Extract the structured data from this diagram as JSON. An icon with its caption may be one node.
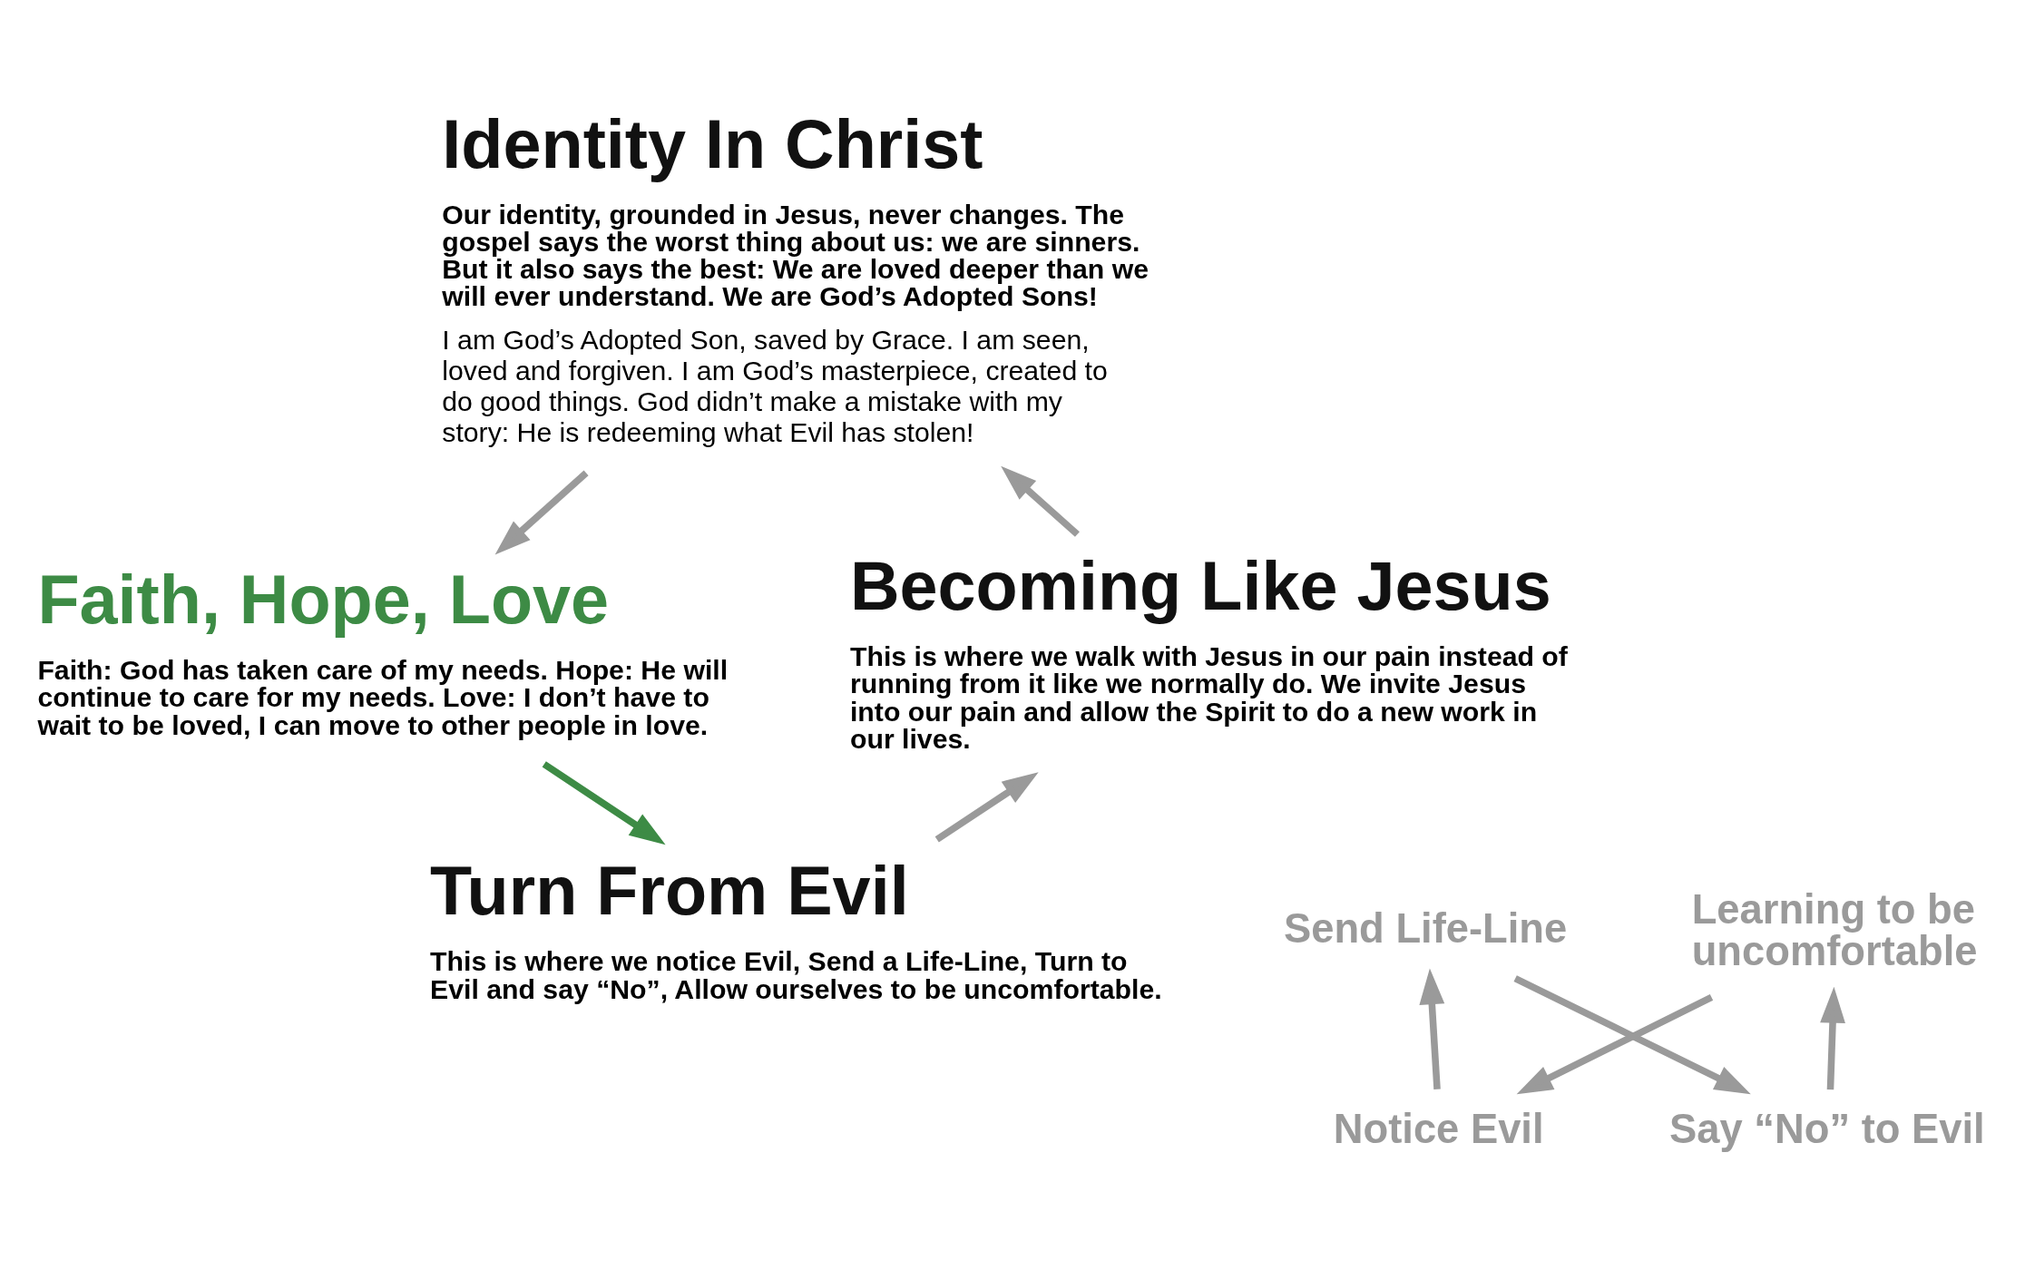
{
  "diagram": {
    "nodes": [
      {
        "text": [
          "Identity In Christ",
          "Our identity, grounded in Jesus, never changes. The gospel says the worst thing about us: we are sinners. But it also says the best: We are loved deeper than we will ever understand. We are God’s Adopted Sons!",
          "I am God’s Adopted Son, saved by Grace. I am seen, loved and forgiven. I am God’s masterpiece, created to do good things. God didn’t make a mistake with my story: He is redeeming what Evil has stolen!"
        ]
      },
      {
        "text": [
          "Faith, Hope, Love",
          "Faith: God has taken care of my needs. Hope: He will continue to care for my needs. Love: I don’t have to wait to be loved, I can move to other people in love."
        ]
      },
      {
        "text": [
          "Turn From Evil",
          "This is where we notice Evil, Send a Life-Line, Turn to Evil and say “No”, Allow ourselves to be uncomfortable."
        ]
      },
      {
        "text": [
          "Becoming Like Jesus",
          "This is where we walk with Jesus in our pain instead of running from it like we normally do. We invite Jesus into our pain and allow the Spirit to do a new work in our lives."
        ]
      },
      {
        "text": [
          "Notice Evil"
        ]
      },
      {
        "text": [
          "Send Life-Line"
        ]
      },
      {
        "text": [
          "Say “No” to Evil"
        ]
      },
      {
        "text": [
          "Learning to be uncomfortable"
        ]
      }
    ],
    "edges": [
      {
        "from": 0,
        "to": 1,
        "arrow": "to"
      },
      {
        "from": 1,
        "to": 2,
        "arrow": "to",
        "color": "#3d8b45"
      },
      {
        "from": 2,
        "to": 3,
        "arrow": "to"
      },
      {
        "from": 3,
        "to": 0,
        "arrow": "to"
      },
      {
        "from": 7,
        "to": 4,
        "arrow": "to"
      },
      {
        "from": 4,
        "to": 5,
        "arrow": "to"
      },
      {
        "from": 5,
        "to": 6,
        "arrow": "to"
      },
      {
        "from": 6,
        "to": 7,
        "arrow": "to"
      }
    ]
  }
}
